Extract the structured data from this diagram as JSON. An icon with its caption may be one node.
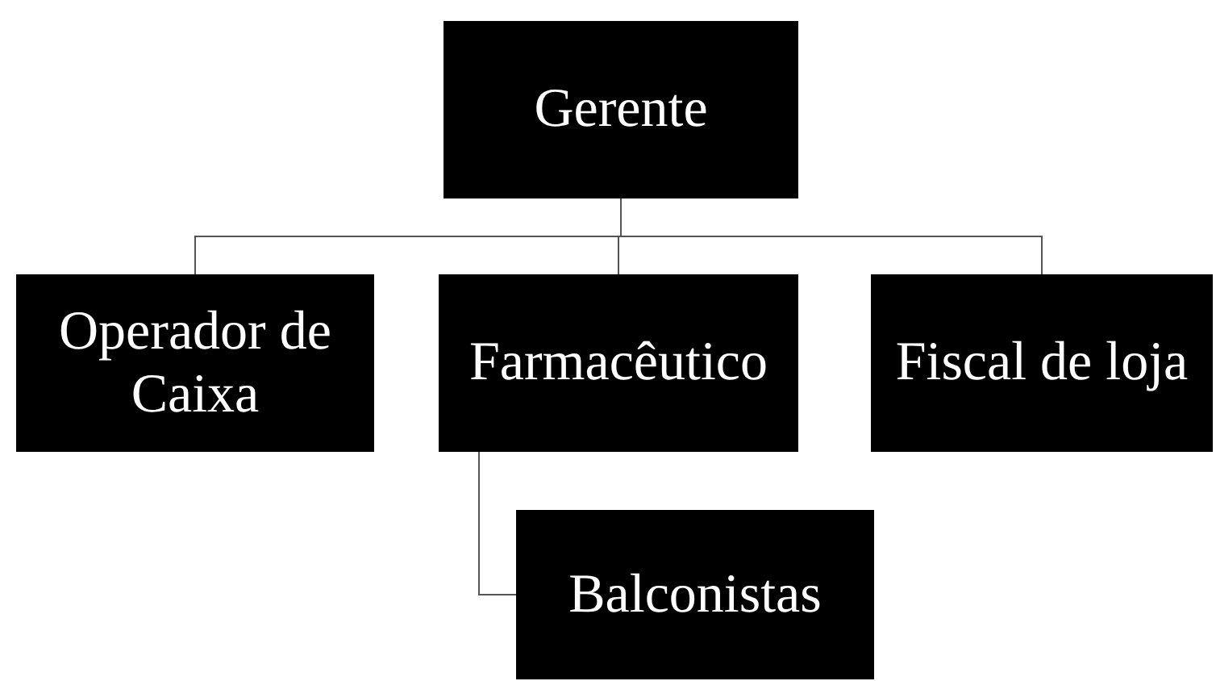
{
  "diagram": {
    "nodes": [
      {
        "text": [
          "Gerente"
        ]
      },
      {
        "text": [
          "Operador de Caixa"
        ]
      },
      {
        "text": [
          "Farmacêutico"
        ]
      },
      {
        "text": [
          "Fiscal de loja"
        ]
      },
      {
        "text": [
          "Balconistas"
        ]
      }
    ],
    "edges": [
      {
        "from": 0,
        "to": 1,
        "arrow": "none"
      },
      {
        "from": 0,
        "to": 2,
        "arrow": "none"
      },
      {
        "from": 0,
        "to": 3,
        "arrow": "none"
      },
      {
        "from": 2,
        "to": 4,
        "arrow": "none"
      }
    ]
  }
}
